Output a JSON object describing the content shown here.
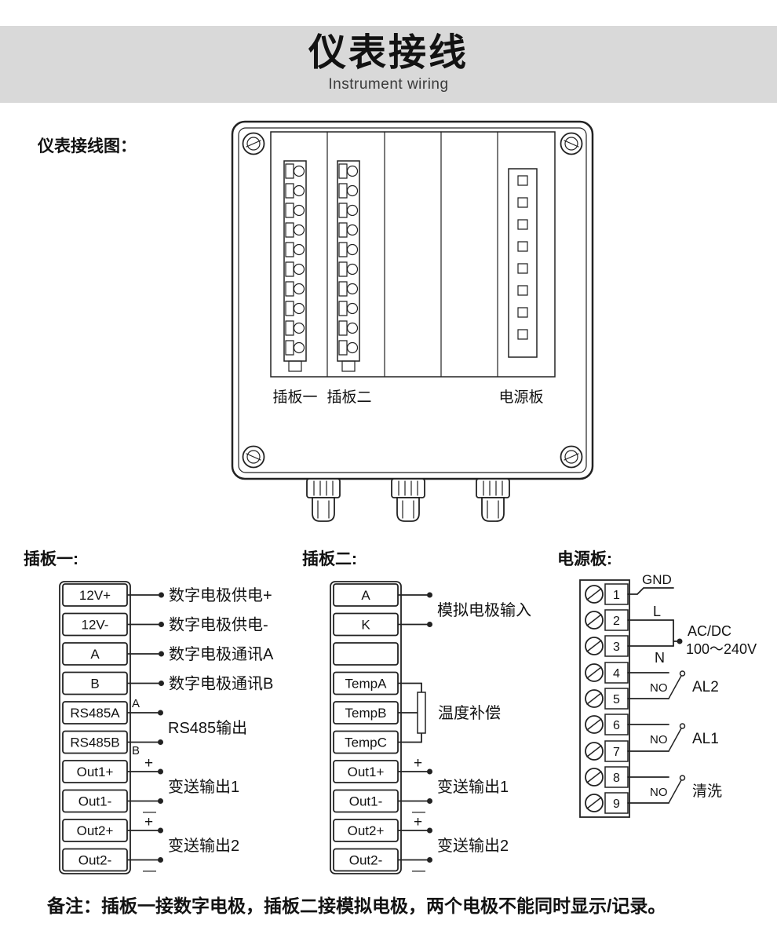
{
  "header": {
    "title": "仪表接线",
    "subtitle": "Instrument wiring"
  },
  "diagram": {
    "caption": "仪表接线图：",
    "slot_labels": {
      "board1": "插板一",
      "board2": "插板二",
      "power": "电源板"
    }
  },
  "symbols": {
    "plus": "+",
    "minus": "—"
  },
  "board1": {
    "title": "插板一:",
    "terminals": [
      "12V+",
      "12V-",
      "A",
      "B",
      "RS485A",
      "RS485B",
      "Out1+",
      "Out1-",
      "Out2+",
      "Out2-"
    ],
    "wire_labels": [
      "数字电极供电+",
      "数字电极供电-",
      "数字电极通讯A",
      "数字电极通讯B"
    ],
    "rs485": {
      "a": "A",
      "b": "B",
      "label": "RS485输出"
    },
    "out1_label": "变送输出1",
    "out2_label": "变送输出2"
  },
  "board2": {
    "title": "插板二:",
    "terminals": [
      "A",
      "K",
      "",
      "TempA",
      "TempB",
      "TempC",
      "Out1+",
      "Out1-",
      "Out2+",
      "Out2-"
    ],
    "analog_label": "模拟电极输入",
    "temp_label": "温度补偿",
    "out1_label": "变送输出1",
    "out2_label": "变送输出2"
  },
  "power": {
    "title": "电源板:",
    "terminals": [
      "1",
      "2",
      "3",
      "4",
      "5",
      "6",
      "7",
      "8",
      "9"
    ],
    "gnd": "GND",
    "l": "L",
    "n": "N",
    "acdc_line1": "AC/DC",
    "acdc_line2": "100～240V",
    "relays": [
      {
        "no": "NO",
        "label": "AL2"
      },
      {
        "no": "NO",
        "label": "AL1"
      },
      {
        "no": "NO",
        "label": "清洗"
      }
    ]
  },
  "footer": {
    "note": "备注：插板一接数字电极，插板二接模拟电极，两个电极不能同时显示/记录。"
  }
}
